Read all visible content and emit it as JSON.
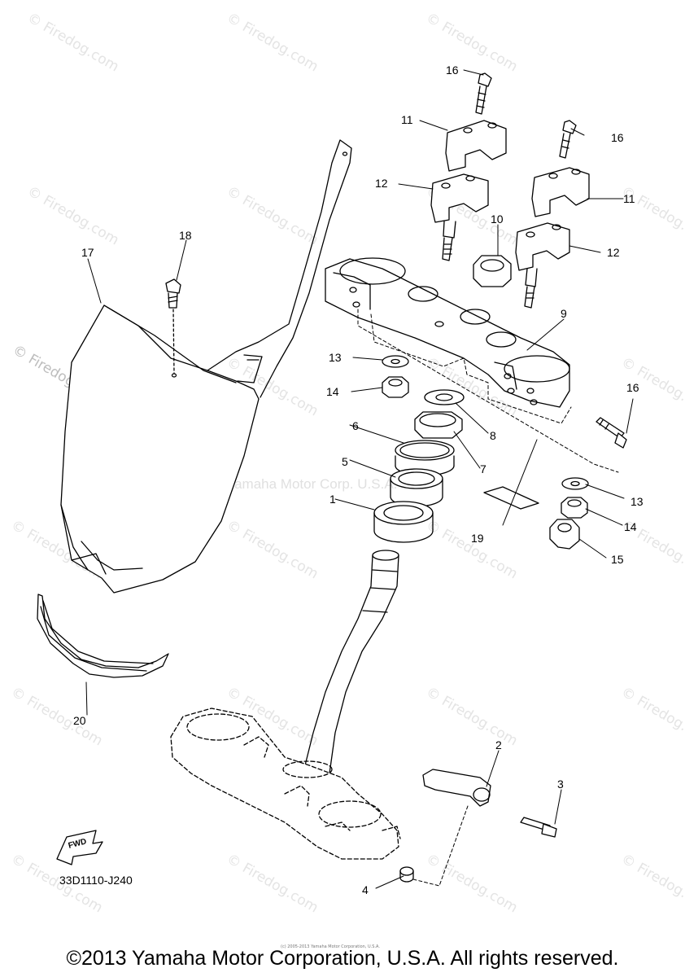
{
  "watermark": {
    "text": "© Firedog.com",
    "center_text": "Yamaha Motor Corp. U.S.A."
  },
  "callouts": [
    "1",
    "2",
    "3",
    "4",
    "5",
    "6",
    "7",
    "8",
    "9",
    "10",
    "11",
    "11",
    "12",
    "12",
    "13",
    "13",
    "14",
    "14",
    "15",
    "16",
    "16",
    "16",
    "17",
    "18",
    "19",
    "20"
  ],
  "diagram_code": "33D1110-J240",
  "fwd_label": "FWD",
  "tiny_note": "(c) 2005-2013 Yamaha Motor Corporation, U.S.A.",
  "copyright": "©2013 Yamaha Motor Corporation, U.S.A. All rights reserved.",
  "colors": {
    "line": "#000000",
    "watermark": "#e4e4e4",
    "background": "#ffffff"
  }
}
